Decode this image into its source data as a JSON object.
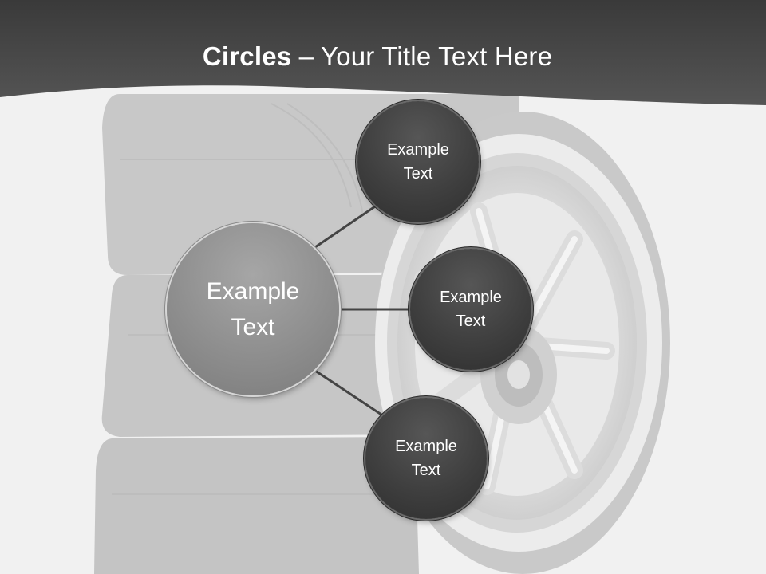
{
  "title": {
    "bold": "Circles",
    "rest": " – Your Title Text Here"
  },
  "diagram": {
    "center": {
      "label": "Example\nText"
    },
    "nodes": [
      {
        "label": "Example\nText"
      },
      {
        "label": "Example\nText"
      },
      {
        "label": "Example\nText"
      }
    ]
  },
  "colors": {
    "header": "#444444",
    "center_circle": "#8e8e8e",
    "node_circle": "#3f3f3f",
    "connector": "#444444"
  }
}
